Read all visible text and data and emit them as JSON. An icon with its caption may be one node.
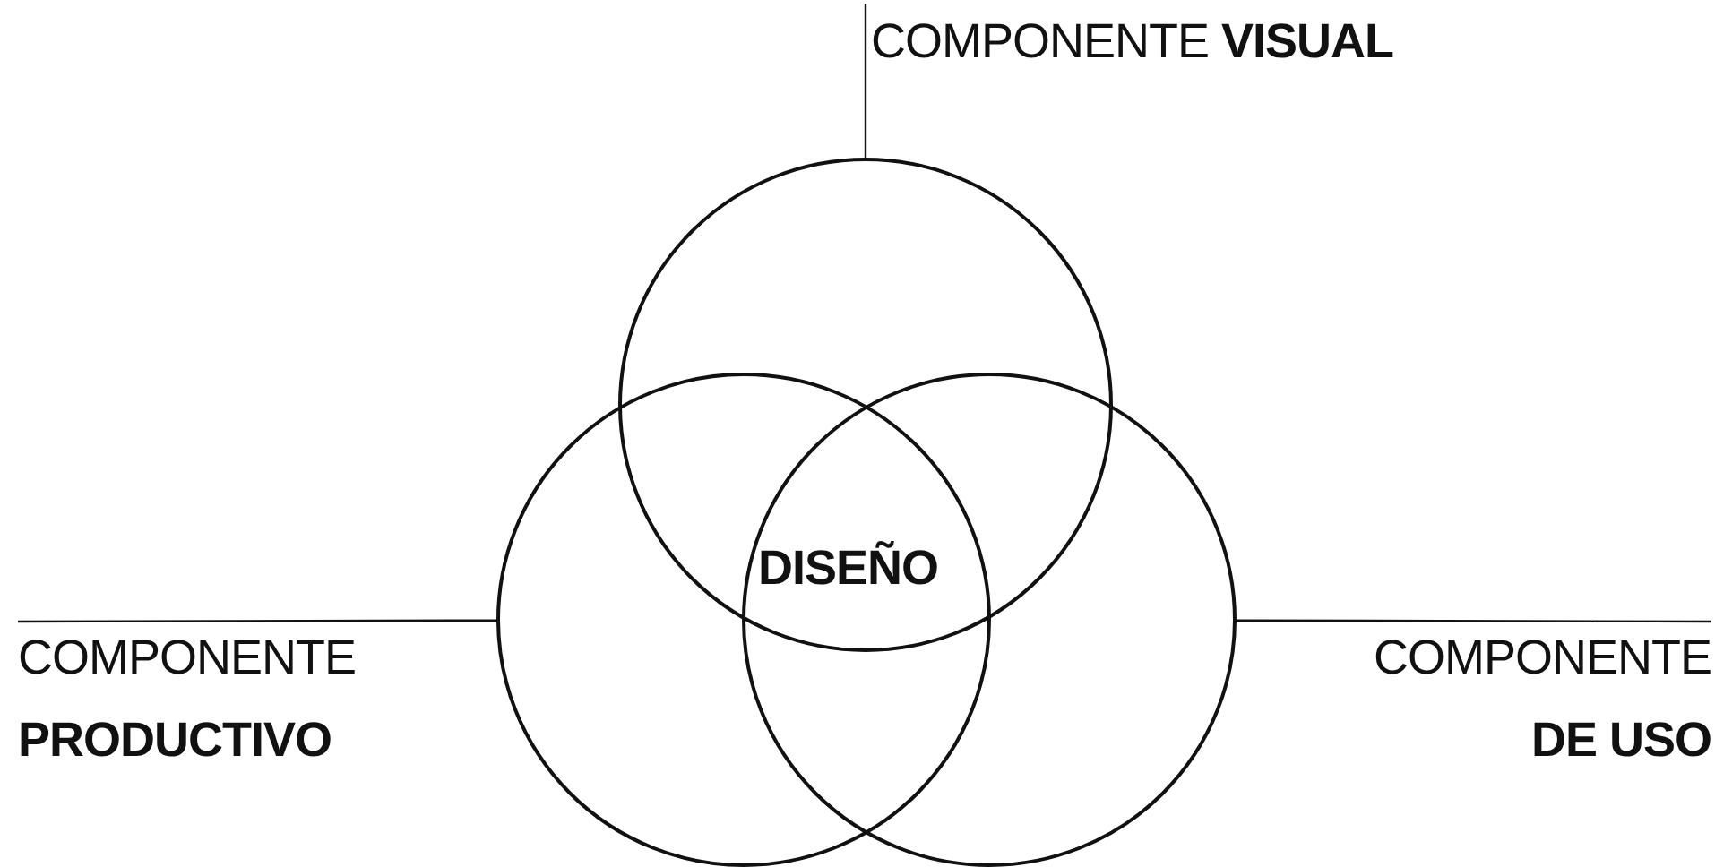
{
  "diagram": {
    "nodes": [
      {
        "text": [
          "COMPONENTE **VISUAL**"
        ]
      },
      {
        "text": [],
        "shape": "circle"
      },
      {
        "text": [],
        "shape": "circle"
      },
      {
        "text": [],
        "shape": "circle"
      },
      {
        "text": [
          "COMPONENTE **PRODUCTIVO**"
        ]
      },
      {
        "text": [
          "COMPONENTE **DE USO**"
        ]
      }
    ],
    "edges": [
      {
        "from": 0,
        "to": 1,
        "arrow": "none"
      },
      {
        "from": 4,
        "to": 2,
        "arrow": "none"
      },
      {
        "from": 5,
        "to": 3,
        "arrow": "none"
      }
    ],
    "labels": [
      "DISEÑO"
    ]
  }
}
